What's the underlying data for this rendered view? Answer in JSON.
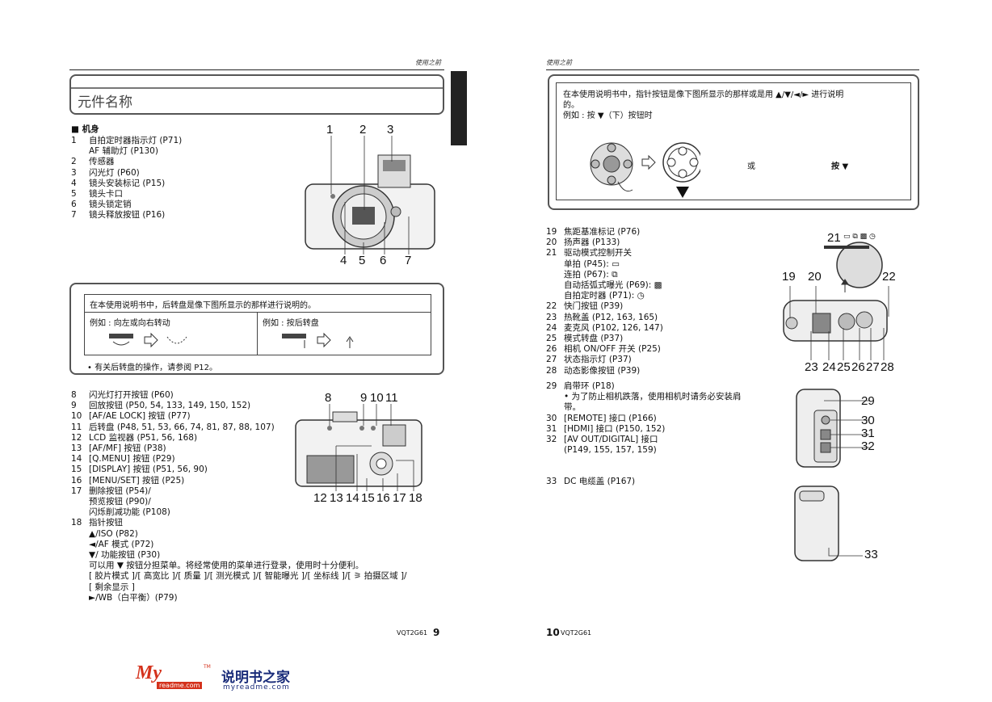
{
  "header": {
    "left": "使用之前",
    "right": "使用之前"
  },
  "section_title": "元件名称",
  "body_heading": "■ 机身",
  "list1": [
    {
      "n": "1",
      "t": "自拍定时器指示灯 (P71)"
    },
    {
      "n": "",
      "t": "AF 辅助灯 (P130)"
    },
    {
      "n": "2",
      "t": "传感器"
    },
    {
      "n": "3",
      "t": "闪光灯 (P60)"
    },
    {
      "n": "4",
      "t": "镜头安装标记 (P15)"
    },
    {
      "n": "5",
      "t": "镜头卡口"
    },
    {
      "n": "6",
      "t": "镜头锁定销"
    },
    {
      "n": "7",
      "t": "镜头释放按钮 (P16)"
    }
  ],
  "fig1_labels": {
    "top": [
      "1",
      "2",
      "3"
    ],
    "bottom": [
      "4",
      "5",
      "6",
      "7"
    ]
  },
  "dial_note": {
    "intro": "在本使用说明书中，后转盘是像下图所显示的那样进行说明的。",
    "example1": "例如 : 向左或向右转动",
    "example2": "例如 : 按后转盘",
    "bullet": "• 有关后转盘的操作，请参阅 P12。"
  },
  "list2": [
    {
      "n": "8",
      "t": "闪光灯打开按钮 (P60)"
    },
    {
      "n": "9",
      "t": "回放按钮 (P50, 54, 133, 149, 150, 152)"
    },
    {
      "n": "10",
      "t": "[AF/AE LOCK] 按钮 (P77)"
    },
    {
      "n": "11",
      "t": "后转盘 (P48, 51, 53, 66, 74, 81, 87, 88, 107)"
    },
    {
      "n": "12",
      "t": "LCD 监视器 (P51, 56, 168)"
    },
    {
      "n": "13",
      "t": "[AF/MF] 按钮 (P38)"
    },
    {
      "n": "14",
      "t": "[Q.MENU] 按钮 (P29)"
    },
    {
      "n": "15",
      "t": "[DISPLAY] 按钮 (P51, 56, 90)"
    },
    {
      "n": "16",
      "t": "[MENU/SET] 按钮 (P25)"
    },
    {
      "n": "17",
      "t": "删除按钮 (P54)/"
    },
    {
      "n": "",
      "t": "预览按钮 (P90)/"
    },
    {
      "n": "",
      "t": "闪烁削减功能 (P108)"
    },
    {
      "n": "18",
      "t": "指针按钮"
    },
    {
      "n": "",
      "t": "▲/ISO (P82)"
    },
    {
      "n": "",
      "t": "◄/AF 模式 (P72)"
    },
    {
      "n": "",
      "t": "▼/ 功能按钮 (P30)"
    },
    {
      "n": "",
      "t": "可以用 ▼ 按钮分担菜单。将经常使用的菜单进行登录，使用时十分便利。"
    },
    {
      "n": "",
      "t": "[ 胶片模式 ]/[ 高宽比 ]/[ 质量 ]/[ 测光模式 ]/[ 智能曝光 ]/[ 坐标线 ]/[ ⚞ 拍摄区域 ]/"
    },
    {
      "n": "",
      "t": "[ 剩余显示 ]"
    },
    {
      "n": "",
      "t": "►/WB（白平衡）(P79)"
    }
  ],
  "fig2_labels": {
    "top": [
      "8",
      "9",
      "10",
      "11"
    ],
    "bottom": [
      "12",
      "13",
      "14",
      "15",
      "16",
      "17",
      "18"
    ]
  },
  "cursor_note": {
    "line1": "在本使用说明书中，指针按钮是像下图所显示的那样或是用 ▲/▼/◄/► 进行说明",
    "line2": "的。",
    "line3": "例如 : 按 ▼（下）按钮时",
    "or": "或",
    "press": "按 ▼"
  },
  "list3": [
    {
      "n": "19",
      "t": "焦距基准标记 (P76)"
    },
    {
      "n": "20",
      "t": "扬声器 (P133)"
    },
    {
      "n": "21",
      "t": "驱动模式控制开关"
    },
    {
      "n": "",
      "t": "单拍 (P45): ▭"
    },
    {
      "n": "",
      "t": "连拍 (P67): ⧉"
    },
    {
      "n": "",
      "t": "自动括弧式曝光 (P69): ▩"
    },
    {
      "n": "",
      "t": "自拍定时器 (P71): ◷"
    },
    {
      "n": "22",
      "t": "快门按钮 (P39)"
    },
    {
      "n": "23",
      "t": "热靴盖 (P12, 163, 165)"
    },
    {
      "n": "24",
      "t": "麦克风 (P102, 126, 147)"
    },
    {
      "n": "25",
      "t": "模式转盘 (P37)"
    },
    {
      "n": "26",
      "t": "相机 ON/OFF 开关 (P25)"
    },
    {
      "n": "27",
      "t": "状态指示灯 (P37)"
    },
    {
      "n": "28",
      "t": "动态影像按钮 (P39)"
    }
  ],
  "fig3_labels": {
    "top": [
      "21"
    ],
    "side": [
      "19",
      "20",
      "22"
    ],
    "bottom": [
      "23",
      "24",
      "25",
      "26",
      "27",
      "28"
    ]
  },
  "list4": [
    {
      "n": "29",
      "t": "肩带环 (P18)"
    },
    {
      "n": "",
      "t": "• 为了防止相机跌落，使用相机时请务必安装肩"
    },
    {
      "n": "",
      "t": "  带。"
    },
    {
      "n": "30",
      "t": "[REMOTE] 接口 (P166)"
    },
    {
      "n": "31",
      "t": "[HDMI] 接口 (P150, 152)"
    },
    {
      "n": "32",
      "t": "[AV OUT/DIGITAL] 接口"
    },
    {
      "n": "",
      "t": " (P149, 155, 157, 159)"
    }
  ],
  "fig4_labels": [
    "29",
    "30",
    "31",
    "32"
  ],
  "list5": [
    {
      "n": "33",
      "t": "DC 电缆盖 (P167)"
    }
  ],
  "fig5_labels": [
    "33"
  ],
  "footer": {
    "left_code": "VQT2G61",
    "left_page": "9",
    "right_page": "10",
    "right_code": "VQT2G61"
  },
  "logo": {
    "brand": "My",
    "brand_sub": "readme.com",
    "cn": "说明书之家",
    "url": "myreadme.com",
    "tm": "TM"
  }
}
